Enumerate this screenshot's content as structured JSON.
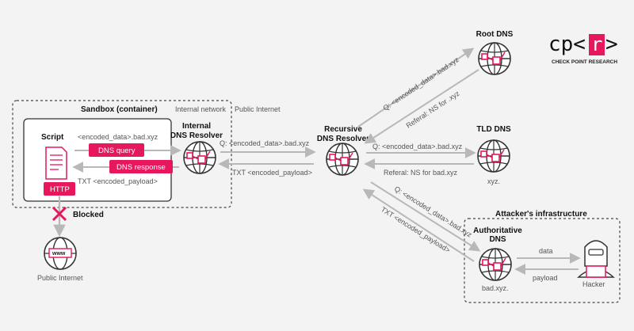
{
  "logo": {
    "mark_left": "cp<",
    "mark_r": "r",
    "mark_right": ">",
    "subtitle": "CHECK POINT RESEARCH"
  },
  "sandbox": {
    "title": "Sandbox (container)",
    "script_label": "Script",
    "internal_network_label": "Internal network",
    "public_internet_label": "Public Internet",
    "encoded_query": "<encoded_data>.bad.xyz",
    "dns_query_label": "DNS query",
    "dns_response_label": "DNS response",
    "txt_payload": "TXT <encoded_payload>",
    "http_label": "HTTP"
  },
  "blocked_label": "Blocked",
  "public_internet_node": {
    "label": "Public Internet",
    "www_label": "www"
  },
  "internal_resolver": {
    "line1": "Internal",
    "line2": "DNS Resolver"
  },
  "recursive_resolver": {
    "line1": "Recursive",
    "line2": "DNS Resolver"
  },
  "internal_to_recursive": {
    "query": "Q: <encoded_data>.bad.xyz",
    "response": "TXT <encoded_payload>"
  },
  "root_dns": {
    "label": "Root DNS",
    "query": "Q: <encoded_data>.bad.xyz",
    "referral": "Referal: NS for .xyz"
  },
  "tld_dns": {
    "label": "TLD DNS",
    "sublabel": "xyz.",
    "query": "Q: <encoded_data>.bad.xyz",
    "referral": "Referal: NS for bad.xyz"
  },
  "attacker": {
    "title": "Attacker's infrastructure",
    "auth_line1": "Authoritative",
    "auth_line2": "DNS",
    "auth_sub": "bad.xyz.",
    "hacker_label": "Hacker",
    "data_label": "data",
    "payload_label": "payload",
    "query": "Q: <encoded_data>.bad.xyz",
    "response": "TXT <encoded_payload>"
  },
  "colors": {
    "accent": "#e6175c",
    "arrow": "#b8b8b8",
    "text": "#222222",
    "muted": "#555555"
  }
}
